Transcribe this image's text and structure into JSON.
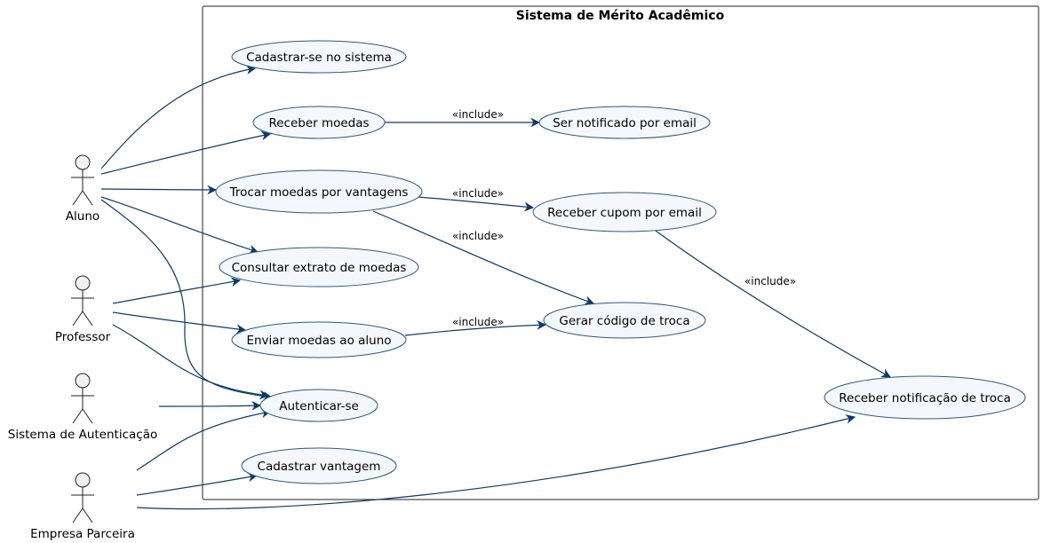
{
  "system": {
    "title": "Sistema de Mérito Acadêmico"
  },
  "colors": {
    "line": "#0b3a66",
    "usecase_fill": "#f4f8fc",
    "usecase_stroke": "#2c5a82",
    "actor_fill": "#f1f1f1",
    "actor_stroke": "#222222",
    "boundary": "#222222"
  },
  "actors": [
    {
      "id": "aluno",
      "label": "Aluno"
    },
    {
      "id": "professor",
      "label": "Professor"
    },
    {
      "id": "auth",
      "label": "Sistema de Autenticação"
    },
    {
      "id": "empresa",
      "label": "Empresa Parceira"
    }
  ],
  "usecases": [
    {
      "id": "cadastrar_sistema",
      "label": "Cadastrar-se no sistema"
    },
    {
      "id": "receber_moedas",
      "label": "Receber moedas"
    },
    {
      "id": "ser_notificado",
      "label": "Ser notificado por email"
    },
    {
      "id": "trocar_moedas",
      "label": "Trocar moedas por vantagens"
    },
    {
      "id": "receber_cupom",
      "label": "Receber cupom por email"
    },
    {
      "id": "consultar_extrato",
      "label": "Consultar extrato de moedas"
    },
    {
      "id": "gerar_codigo",
      "label": "Gerar código de troca"
    },
    {
      "id": "enviar_moedas",
      "label": "Enviar moedas ao aluno"
    },
    {
      "id": "receber_notificacao",
      "label": "Receber notificação de troca"
    },
    {
      "id": "autenticar",
      "label": "Autenticar-se"
    },
    {
      "id": "cadastrar_vantagem",
      "label": "Cadastrar vantagem"
    }
  ],
  "associations": [
    {
      "from": "aluno",
      "to": "cadastrar_sistema"
    },
    {
      "from": "aluno",
      "to": "receber_moedas"
    },
    {
      "from": "aluno",
      "to": "trocar_moedas"
    },
    {
      "from": "aluno",
      "to": "consultar_extrato"
    },
    {
      "from": "aluno",
      "to": "autenticar"
    },
    {
      "from": "professor",
      "to": "consultar_extrato"
    },
    {
      "from": "professor",
      "to": "enviar_moedas"
    },
    {
      "from": "professor",
      "to": "autenticar"
    },
    {
      "from": "auth",
      "to": "autenticar"
    },
    {
      "from": "empresa",
      "to": "autenticar"
    },
    {
      "from": "empresa",
      "to": "cadastrar_vantagem"
    },
    {
      "from": "empresa",
      "to": "receber_notificacao"
    }
  ],
  "includes": [
    {
      "from": "receber_moedas",
      "to": "ser_notificado",
      "label": "«include»"
    },
    {
      "from": "trocar_moedas",
      "to": "receber_cupom",
      "label": "«include»"
    },
    {
      "from": "trocar_moedas",
      "to": "gerar_codigo",
      "label": "«include»"
    },
    {
      "from": "enviar_moedas",
      "to": "gerar_codigo",
      "label": "«include»"
    },
    {
      "from": "receber_cupom",
      "to": "receber_notificacao",
      "label": "«include»"
    }
  ]
}
